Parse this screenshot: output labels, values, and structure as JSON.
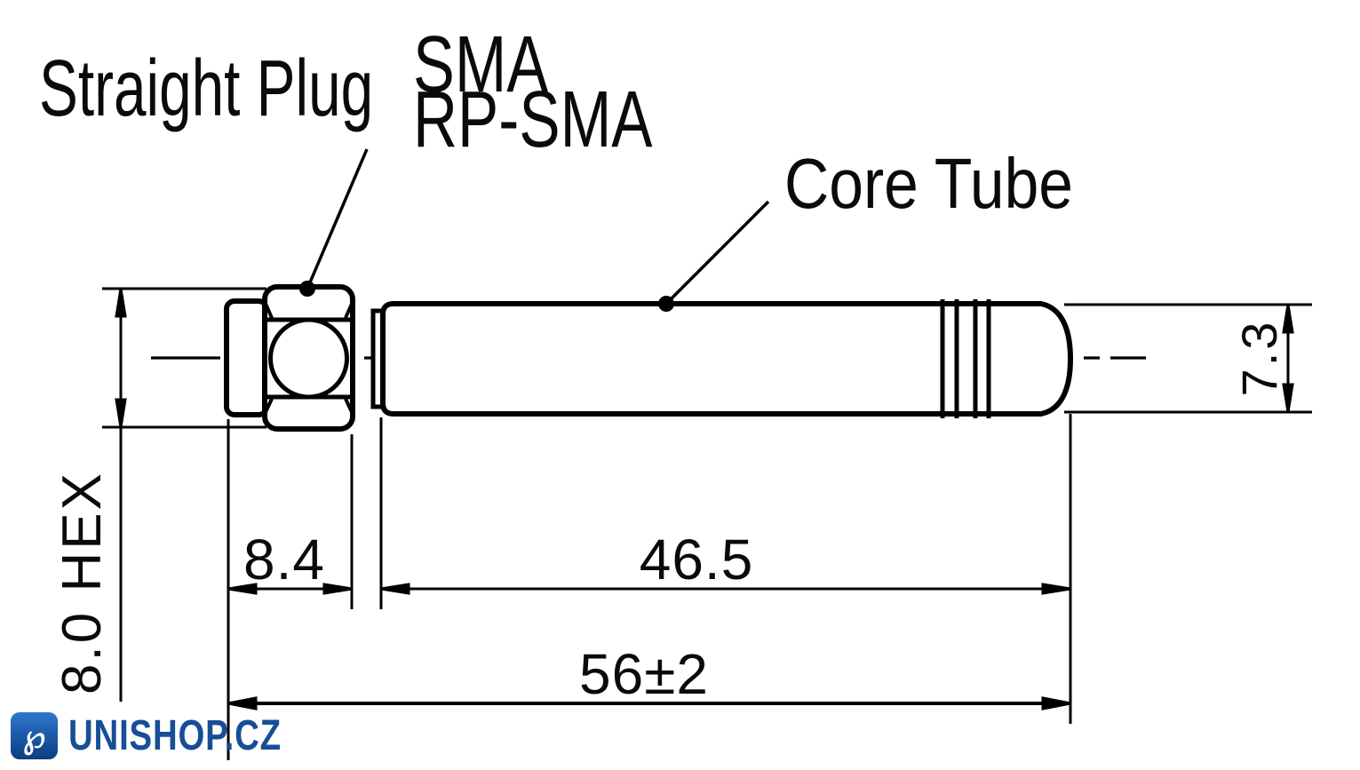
{
  "labels": {
    "straight_plug": "Straight Plug",
    "sma": "SMA",
    "rp_sma": "RP-SMA",
    "core_tube": "Core Tube"
  },
  "dimensions": {
    "plug_length": "8.4",
    "core_tube_length": "46.5",
    "overall_length": "56±2",
    "tube_diameter": "7.3",
    "hex_size": "8.0 HEX"
  },
  "branding": {
    "site_name": "UNISHOP.CZ",
    "monogram": "℘",
    "navy_color": "#174e96",
    "logo_gradient_top": "#3277cd",
    "logo_gradient_bottom": "#0d3e80"
  },
  "drawing": {
    "line_color": "#000000",
    "background": "#ffffff"
  }
}
